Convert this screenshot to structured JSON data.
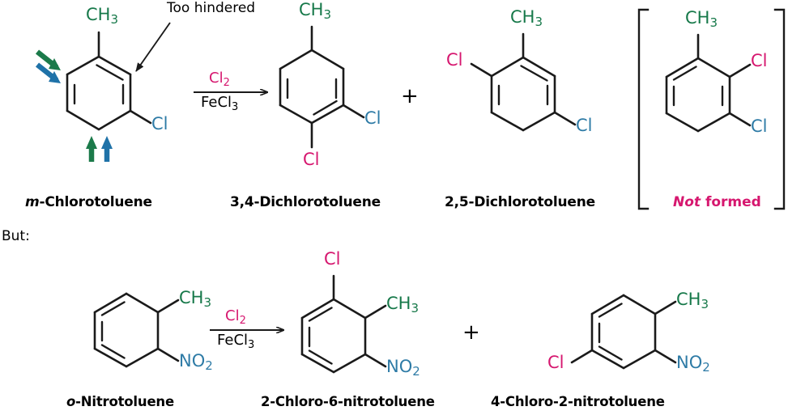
{
  "colors": {
    "bond": "#1a1a1a",
    "methyl_green": "#17794a",
    "chloro_magenta": "#d6176f",
    "chloro_teal": "#2e7ba6",
    "nitro_teal": "#2e7ba6",
    "arrow_green": "#1b7a4a",
    "arrow_blue": "#1f72a8",
    "text_black": "#000000"
  },
  "annotations": {
    "too_hindered": "Too hindered",
    "but": "But:"
  },
  "row1": {
    "reactant": {
      "caption_italic": "m",
      "caption_rest": "-Chlorotoluene",
      "labels": {
        "methyl": "CH",
        "methyl_sub": "3",
        "chloro": "Cl"
      }
    },
    "reagent": {
      "top": "Cl",
      "top_sub": "2",
      "bottom": "FeCl",
      "bottom_sub": "3"
    },
    "product1": {
      "caption": "3,4-Dichlorotoluene",
      "labels": {
        "methyl": "CH",
        "methyl_sub": "3",
        "chloro_new": "Cl",
        "chloro_old": "Cl"
      }
    },
    "plus": "+",
    "product2": {
      "caption": "2,5-Dichlorotoluene",
      "labels": {
        "methyl": "CH",
        "methyl_sub": "3",
        "chloro_new": "Cl",
        "chloro_old": "Cl"
      }
    },
    "bracketed": {
      "caption_italic": "Not",
      "caption_rest": " formed",
      "labels": {
        "methyl": "CH",
        "methyl_sub": "3",
        "chloro_new": "Cl",
        "chloro_old": "Cl"
      }
    }
  },
  "row2": {
    "reactant": {
      "caption_italic": "o",
      "caption_rest": "-Nitrotoluene",
      "labels": {
        "methyl": "CH",
        "methyl_sub": "3",
        "nitro": "NO",
        "nitro_sub": "2"
      }
    },
    "reagent": {
      "top": "Cl",
      "top_sub": "2",
      "bottom": "FeCl",
      "bottom_sub": "3"
    },
    "product1": {
      "caption": "2-Chloro-6-nitrotoluene",
      "labels": {
        "methyl": "CH",
        "methyl_sub": "3",
        "chloro_new": "Cl",
        "nitro": "NO",
        "nitro_sub": "2"
      }
    },
    "plus": "+",
    "product2": {
      "caption": "4-Chloro-2-nitrotoluene",
      "labels": {
        "methyl": "CH",
        "methyl_sub": "3",
        "chloro_new": "Cl",
        "nitro": "NO",
        "nitro_sub": "2"
      }
    }
  }
}
